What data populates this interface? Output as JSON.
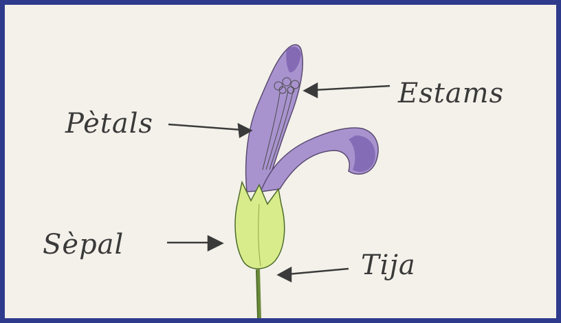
{
  "labels": {
    "petals": "Pètals",
    "estams": "Estams",
    "sepal": "Sèpal",
    "tija": "Tija"
  },
  "colors": {
    "frame": "#2e3a8c",
    "paper": "#f3f1ea",
    "petal": "#9b82c4",
    "petal_dark": "#7a5fae",
    "sepal": "#d6eb8a",
    "stem": "#6b8a3a",
    "pencil": "#3a3a3a"
  }
}
